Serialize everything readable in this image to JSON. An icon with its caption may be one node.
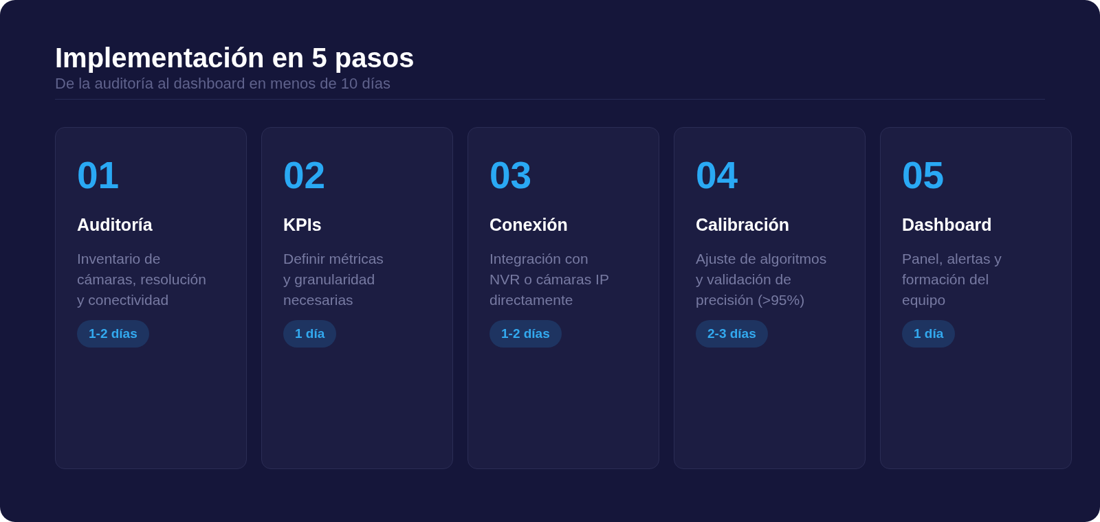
{
  "diagram": {
    "title": "Implementación en 5 pasos",
    "nodes": [
      {
        "text": [
          "01",
          "Auditoría",
          "Inventario de cámaras, resolución y conectividad"
        ]
      },
      {
        "text": [
          "1-2 días"
        ],
        "in": 0
      },
      {
        "text": [
          "02",
          "KPIs",
          "Definir métricas y granularidad necesarias"
        ]
      },
      {
        "text": [
          "1 día"
        ],
        "in": 2
      },
      {
        "text": [
          "03",
          "Conexión",
          "Integración con NVR o cámaras IP directamente"
        ]
      },
      {
        "text": [
          "1-2 días"
        ],
        "in": 4
      },
      {
        "text": [
          "04",
          "Calibración",
          "Ajuste de algoritmos y validación de precisión (>95%)"
        ]
      },
      {
        "text": [
          "2-3 días"
        ],
        "in": 6
      },
      {
        "text": [
          "05",
          "Dashboard",
          "Panel, alertas y formación del equipo"
        ]
      },
      {
        "text": [
          "1 día"
        ],
        "in": 8
      }
    ],
    "labels": [
      "De la auditoría al dashboard en menos de 10 días"
    ]
  }
}
